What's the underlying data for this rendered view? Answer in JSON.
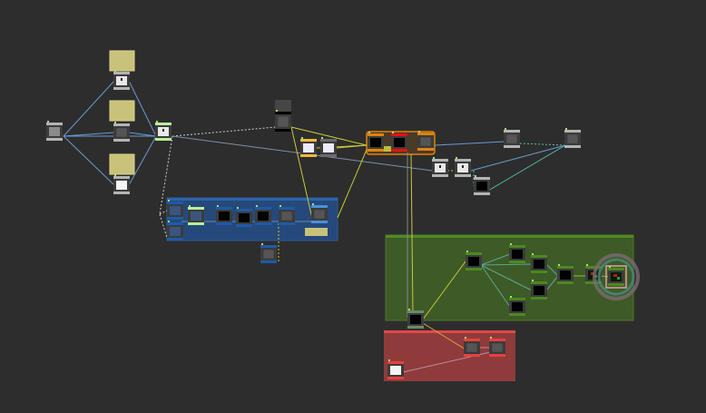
{
  "editor": {
    "type": "node-network-editor",
    "background": "#2d2d2d"
  },
  "colors": {
    "node_body": "#3c3c3c",
    "node_default_bar": "#b4b4b4",
    "comment_yellow": "#c8c27a",
    "group_blue": "#25497a",
    "group_orange": "#e0820c",
    "group_green": "#3e5a27",
    "group_red": "#8f3b3b",
    "wire_blue": "#6a9ad0",
    "wire_yellow": "#c8c83a",
    "wire_teal": "#4fc0a8",
    "wire_white_dashed": "#cccccc"
  },
  "groups": [
    {
      "id": "blue-group",
      "color": "#25497a"
    },
    {
      "id": "orange-group",
      "color": "#e0820c"
    },
    {
      "id": "green-group",
      "color": "#3e5a27"
    },
    {
      "id": "red-group",
      "color": "#8f3b3b"
    }
  ],
  "preview_types": [
    "noise-preview",
    "white-preview",
    "black-preview",
    "checker-preview",
    "clock-preview",
    "color-noise-preview"
  ]
}
